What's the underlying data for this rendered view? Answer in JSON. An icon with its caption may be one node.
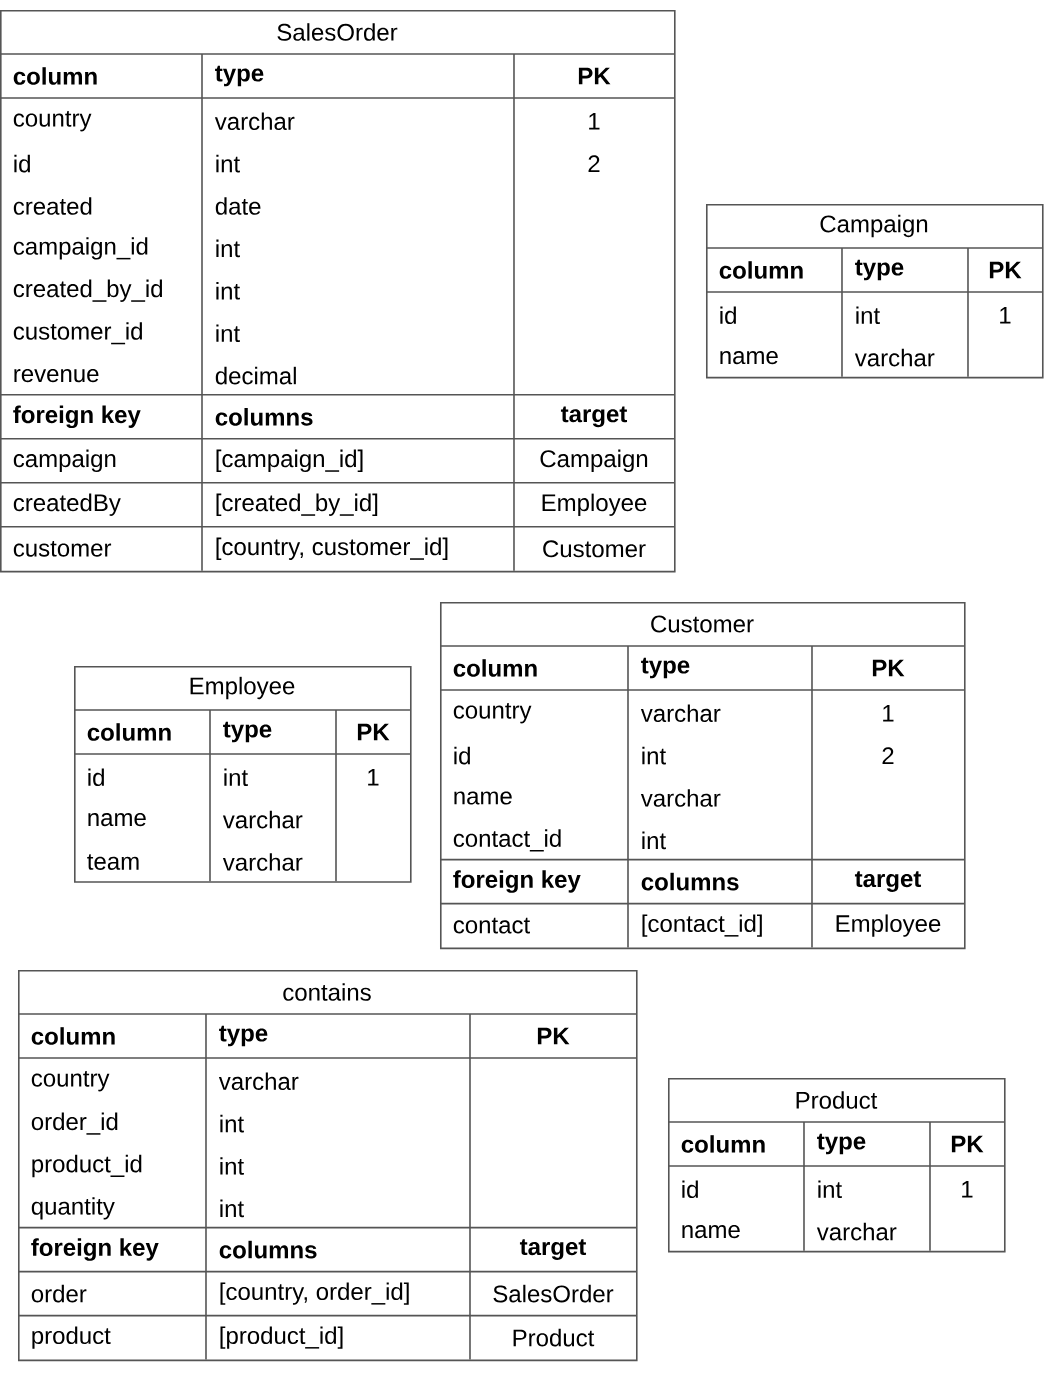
{
  "diagram": {
    "nodes": [
      {
        "text": [
          "SalesOrder",
          "column",
          "type",
          "PK",
          "country",
          "varchar",
          "1",
          "id",
          "int",
          "2",
          "created",
          "date",
          "campaign_id",
          "int",
          "created_by_id",
          "int",
          "customer_id",
          "int",
          "revenue",
          "decimal",
          "foreign key",
          "columns",
          "target",
          "campaign",
          "[campaign_id]",
          "Campaign",
          "createdBy",
          "[created_by_id]",
          "Employee",
          "customer",
          "[country, customer_id]",
          "Customer"
        ]
      },
      {
        "text": [
          "Campaign",
          "column",
          "type",
          "PK",
          "id",
          "int",
          "1",
          "name",
          "varchar"
        ]
      },
      {
        "text": [
          "Employee",
          "column",
          "type",
          "PK",
          "id",
          "int",
          "1",
          "name",
          "varchar",
          "team",
          "varchar"
        ]
      },
      {
        "text": [
          "Customer",
          "column",
          "type",
          "PK",
          "country",
          "varchar",
          "1",
          "id",
          "int",
          "2",
          "name",
          "varchar",
          "contact_id",
          "int",
          "foreign key",
          "columns",
          "target",
          "contact",
          "[contact_id]",
          "Employee"
        ]
      },
      {
        "text": [
          "contains",
          "column",
          "type",
          "PK",
          "country",
          "varchar",
          "order_id",
          "int",
          "product_id",
          "int",
          "quantity",
          "int",
          "foreign key",
          "columns",
          "target",
          "order",
          "[country, order_id]",
          "SalesOrder",
          "product",
          "[product_id]",
          "Product"
        ]
      },
      {
        "text": [
          "Product",
          "column",
          "type",
          "PK",
          "id",
          "int",
          "1",
          "name",
          "varchar"
        ]
      }
    ],
    "edges": []
  }
}
